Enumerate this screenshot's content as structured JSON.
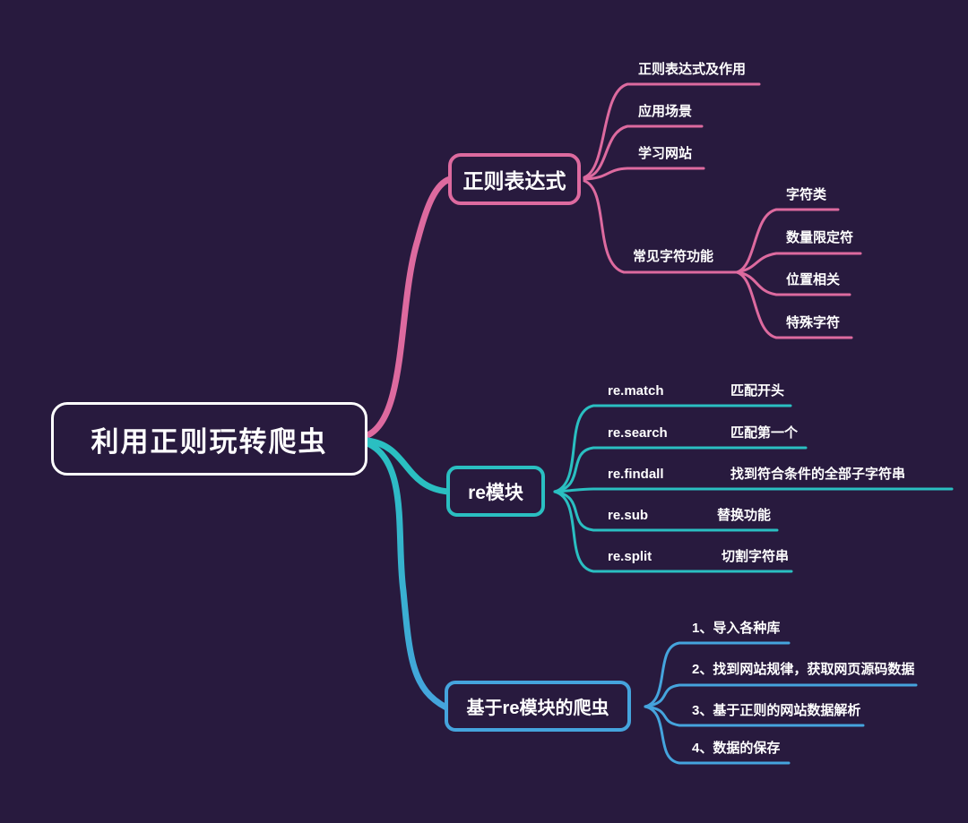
{
  "title": "利用正则玩转爬虫 mind map",
  "colors": {
    "background": "#281a3e",
    "branch_regex": "#dd6a9f",
    "branch_re_module": "#2abfc1",
    "branch_crawler": "#45a4dd",
    "root_border": "#ffffff",
    "text": "#ffffff"
  },
  "root": {
    "label": "利用正则玩转爬虫"
  },
  "branches": [
    {
      "label": "正则表达式",
      "color": "#dd6a9f",
      "children": [
        {
          "label": "正则表达式及作用"
        },
        {
          "label": "应用场景"
        },
        {
          "label": "学习网站"
        },
        {
          "label": "常见字符功能",
          "children": [
            {
              "label": "字符类"
            },
            {
              "label": "数量限定符"
            },
            {
              "label": "位置相关"
            },
            {
              "label": "特殊字符"
            }
          ]
        }
      ]
    },
    {
      "label": "re模块",
      "color": "#2abfc1",
      "children": [
        {
          "keyword": "re.match",
          "desc": "匹配开头"
        },
        {
          "keyword": "re.search",
          "desc": "匹配第一个"
        },
        {
          "keyword": "re.findall",
          "desc": "找到符合条件的全部子字符串"
        },
        {
          "keyword": "re.sub",
          "desc": "替换功能"
        },
        {
          "keyword": "re.split",
          "desc": "切割字符串"
        }
      ]
    },
    {
      "label": "基于re模块的爬虫",
      "color": "#45a4dd",
      "children": [
        {
          "label": "1、导入各种库"
        },
        {
          "label": "2、找到网站规律，获取网页源码数据"
        },
        {
          "label": "3、基于正则的网站数据解析"
        },
        {
          "label": "4、数据的保存"
        }
      ]
    }
  ]
}
